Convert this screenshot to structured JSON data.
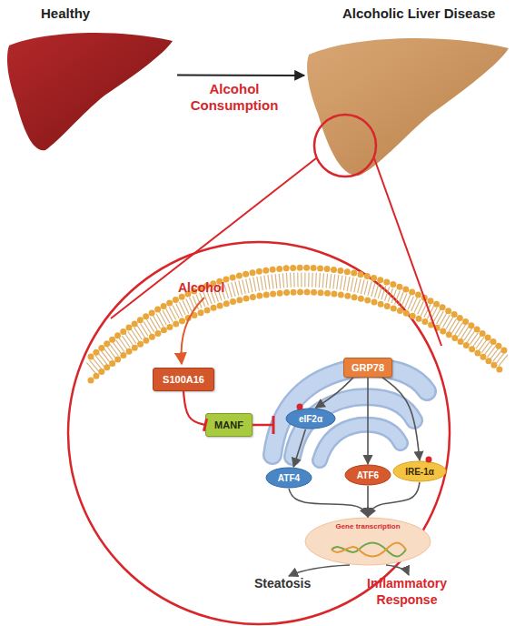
{
  "diagram": {
    "nodes": [
      {
        "text": [
          "Healthy"
        ]
      },
      {
        "text": [
          "Alcoholic Liver Disease"
        ]
      },
      {
        "text": [
          "S100A16"
        ]
      },
      {
        "text": [
          "MANF"
        ]
      },
      {
        "text": [
          "GRP78"
        ]
      },
      {
        "text": [
          "eIF2α"
        ]
      },
      {
        "text": [
          "ATF4"
        ]
      },
      {
        "text": [
          "ATF6"
        ]
      },
      {
        "text": [
          "IRE-1α"
        ]
      },
      {
        "text": [
          "Gene transcription"
        ]
      }
    ],
    "edges": [
      {
        "from": 0,
        "to": 1,
        "label": "Alcohol Consumption",
        "arrow": "to"
      },
      {
        "from": 2,
        "to": 3,
        "arrow": "to"
      },
      {
        "from": 4,
        "to": 5,
        "arrow": "to"
      },
      {
        "from": 4,
        "to": 7,
        "arrow": "to"
      },
      {
        "from": 4,
        "to": 8,
        "arrow": "to"
      },
      {
        "from": 5,
        "to": 6,
        "arrow": "to"
      },
      {
        "from": 6,
        "to": 9,
        "arrow": "to"
      },
      {
        "from": 7,
        "to": 9,
        "arrow": "to"
      },
      {
        "from": 8,
        "to": 9,
        "arrow": "to"
      }
    ],
    "labels": [
      "Alcohol",
      "Steatosis",
      "Inflammatory Response"
    ]
  }
}
